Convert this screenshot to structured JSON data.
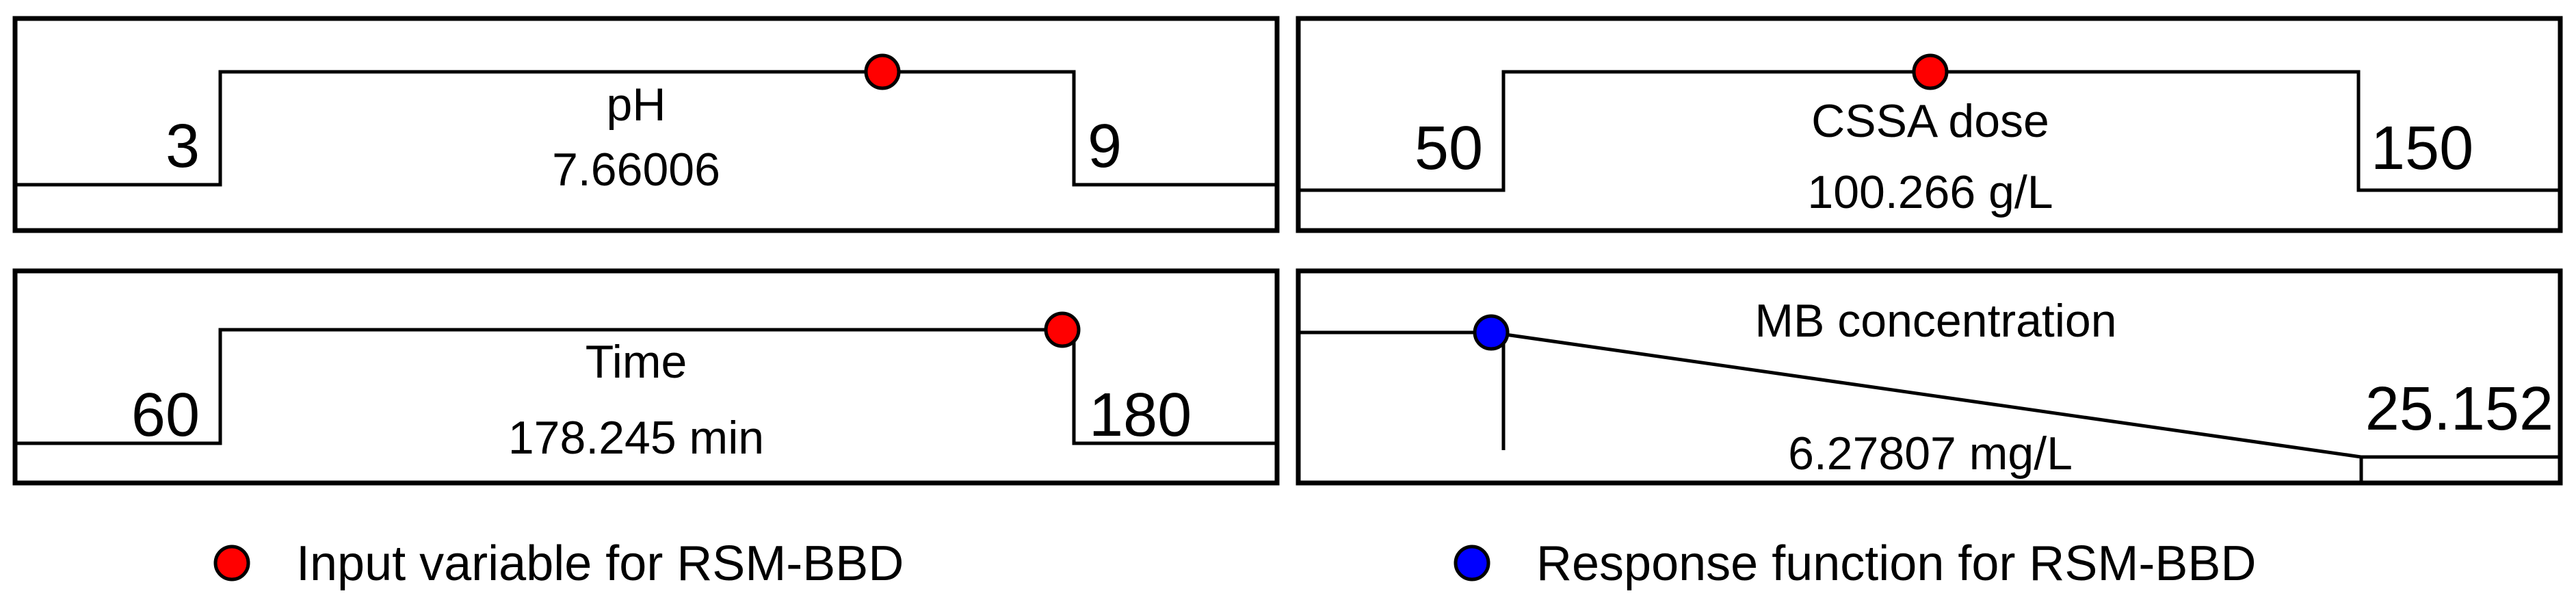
{
  "panels": {
    "ph": {
      "name": "pH",
      "value": "7.66006",
      "low": "3",
      "high": "9"
    },
    "cssa": {
      "name": "CSSA dose",
      "value": "100.266 g/L",
      "low": "50",
      "high": "150"
    },
    "time": {
      "name": "Time",
      "value": "178.245 min",
      "low": "60",
      "high": "180"
    },
    "mb": {
      "name": "MB concentration",
      "value": "6.27807 mg/L",
      "high": "25.152"
    }
  },
  "legend": {
    "input_label": "Input variable for RSM-BBD",
    "response_label": "Response function for RSM-BBD"
  },
  "colors": {
    "input_marker": "#ff0000",
    "response_marker": "#0000ff",
    "line": "#000000"
  }
}
